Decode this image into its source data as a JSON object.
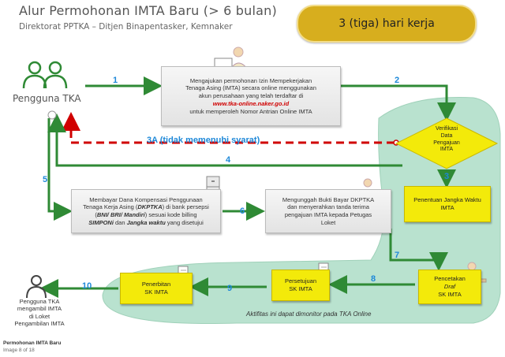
{
  "header": {
    "title": "Alur Permohonan IMTA Baru (> 6 bulan)",
    "subtitle": "Direktorat PPTKA – Ditjen Binapentasker, Kemnaker"
  },
  "duration_badge": "3 (tiga) hari kerja",
  "actors": {
    "top": "Pengguna TKA",
    "bottom_lines": [
      "Pengguna TKA",
      "mengambil IMTA",
      "di Loket",
      "Pengambilan IMTA"
    ]
  },
  "boxes": {
    "online_request": {
      "lines": [
        "Mengajukan permohonan Izin Mempekerjakan",
        "Tenaga Asing (IMTA) secara online menggunakan",
        "akun perusahaan yang telah terdaftar di"
      ],
      "url": "www.tka-online.naker.go.id",
      "tail": "untuk memperoleh Nomor Antrian Online IMTA"
    },
    "verification": [
      "Verifikasi",
      "Data",
      "Pengajuan",
      "IMTA"
    ],
    "period": [
      "Penentuan Jangka Waktu",
      "IMTA"
    ],
    "payment": {
      "l1": "Membayar Dana Kompensasi Penggunaan",
      "l2a": "Tenaga Kerja Asing (",
      "l2b": "DKPTKA",
      "l2c": ") di bank persepsi",
      "l3a": "(",
      "l3b": "BNI/ BRI/ Mandiri",
      "l3c": ") sesuai kode billing",
      "l4a": "SIMPONi",
      "l4b": " dan ",
      "l4c": "Jangka waktu",
      "l4d": " yang disetujui"
    },
    "upload": [
      "Mengunggah Bukti Bayar DKPTKA",
      "dan menyerahkan tanda terima",
      "pengajuan IMTA kepada Petugas",
      "Loket"
    ],
    "print_draft": [
      "Pencetakan",
      "Draf",
      "SK IMTA"
    ],
    "approval": [
      "Persetujuan",
      "SK IMTA"
    ],
    "issuance": [
      "Penerbitan",
      "SK IMTA"
    ]
  },
  "steps": [
    "1",
    "2",
    "3",
    "4",
    "5",
    "6",
    "7",
    "8",
    "9",
    "10"
  ],
  "reject_label": "3A (tidak memenuhi syarat)",
  "monitor_note": "Aktifitas ini dapat dimonitor pada TKA Online",
  "footer": {
    "line1": "Permohonan IMTA Baru",
    "line2": "Image 8 of 18"
  },
  "colors": {
    "arrow_blue": "#1e88d8",
    "arrow_green": "#2f8a35",
    "reject_red": "#d00000",
    "online_area": "#b9e2cf",
    "yellow_box": "#f3ea0a",
    "pill": "#d7ae1e"
  }
}
